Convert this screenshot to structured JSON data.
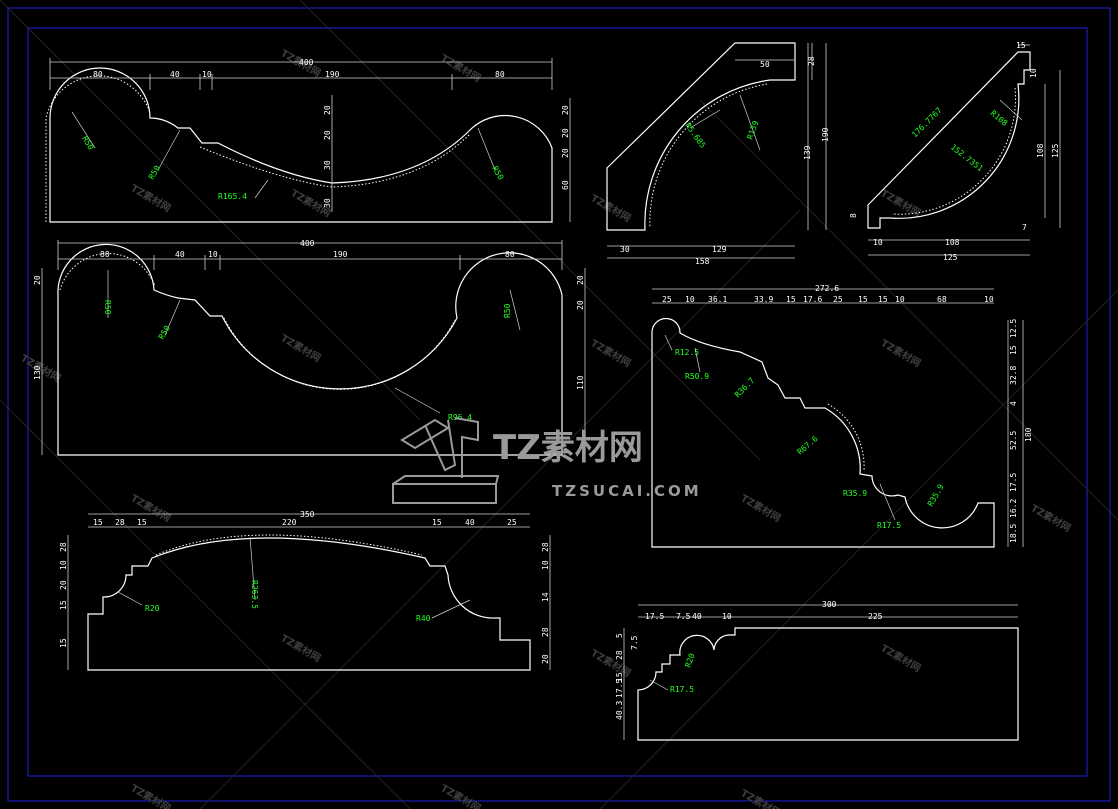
{
  "colors": {
    "background": "#000000",
    "frame": "#1a1ab8",
    "profile_outline": "#ffffff",
    "dimension_line": "#d0d0d0",
    "radius_label": "#22ff22"
  },
  "watermark": {
    "brand": "TZ素材网",
    "url": "TZSUCAI.COM",
    "tile_text": "TZ素材网"
  },
  "profiles": {
    "p1": {
      "top_dims": [
        "80",
        "40",
        "10",
        "190",
        "80"
      ],
      "overall": "400",
      "right_dims": [
        "20",
        "20",
        "20",
        "60"
      ],
      "center_dims": [
        "20",
        "20",
        "30",
        "30"
      ],
      "radii": [
        "R50",
        "R50",
        "R165.4",
        "R50"
      ]
    },
    "p2": {
      "top_dims": [
        "80",
        "40",
        "10",
        "190",
        "80"
      ],
      "overall": "400",
      "left_dims": [
        "20",
        "130"
      ],
      "right_dims": [
        "20",
        "20",
        "110"
      ],
      "radii": [
        "R50",
        "R50",
        "R96.4",
        "R50"
      ]
    },
    "p3": {
      "top_dims": [
        "15",
        "28",
        "15",
        "220",
        "15",
        "40",
        "25"
      ],
      "overall": "350",
      "left_dims": [
        "28",
        "10",
        "20",
        "15",
        "15"
      ],
      "right_dims": [
        "28",
        "10",
        "14",
        "28",
        "20"
      ],
      "radii": [
        "R20",
        "R263.5",
        "R40"
      ]
    },
    "p4": {
      "top_dims": [
        "50",
        "28"
      ],
      "right_dims": [
        "190",
        "139"
      ],
      "bottom_dims": [
        "30",
        "129",
        "158"
      ],
      "radii": [
        "R5.685",
        "R139"
      ]
    },
    "p5": {
      "top_dims": [
        "15",
        "10"
      ],
      "right_dims": [
        "108",
        "125"
      ],
      "bottom_dims": [
        "10",
        "108",
        "125",
        "7"
      ],
      "left_dims": [
        "8"
      ],
      "radii": [
        "R108",
        "176.7767",
        "152.7351"
      ]
    },
    "p6": {
      "top_dims": [
        "25",
        "10",
        "36.1",
        "33.9",
        "15",
        "17.6",
        "25",
        "15",
        "15",
        "10",
        "68",
        "10"
      ],
      "overall": "272.6",
      "right_dims": [
        "12.5",
        "15",
        "32.8",
        "4",
        "52.5",
        "17.5",
        "16.2",
        "18.5"
      ],
      "right_total": "180",
      "radii": [
        "R12.5",
        "R50.9",
        "R36.7",
        "R67.6",
        "R35.9",
        "R35.9",
        "R17.5"
      ]
    },
    "p7": {
      "top_dims": [
        "17.5",
        "7.5",
        "40",
        "10",
        "225"
      ],
      "overall": "300",
      "left_dims": [
        "5",
        "28",
        "7.5",
        "15",
        "17.5",
        "40.3"
      ],
      "radii": [
        "R20",
        "R17.5"
      ]
    }
  }
}
